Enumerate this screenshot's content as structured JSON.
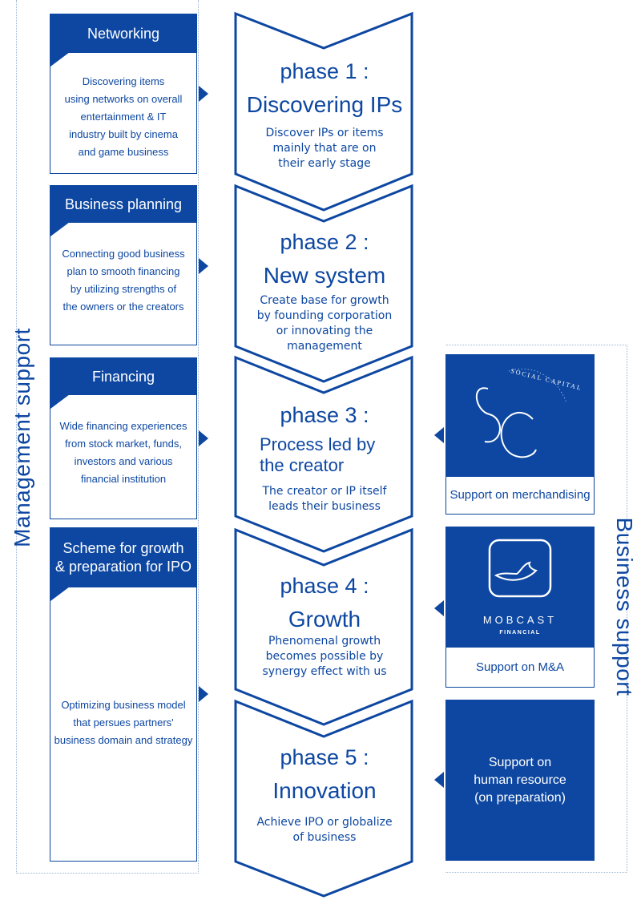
{
  "side_labels": {
    "left": "Management support",
    "right": "Business support"
  },
  "left_boxes": [
    {
      "title": "Networking",
      "lines": [
        "Discovering items",
        "using networks on overall",
        "entertainment & IT",
        "industry built by cinema",
        "and game business"
      ]
    },
    {
      "title": "Business planning",
      "lines": [
        "Connecting good business",
        "plan to smooth financing",
        "by utilizing strengths of",
        "the owners or the creators"
      ]
    },
    {
      "title": "Financing",
      "lines": [
        "Wide financing experiences",
        "from stock market, funds,",
        "investors and various",
        "financial institution"
      ]
    },
    {
      "title_lines": [
        "Scheme for growth",
        "& preparation for IPO"
      ],
      "lines": [
        "Optimizing business model",
        "that persues partners'",
        "business domain and strategy"
      ]
    }
  ],
  "phases": [
    {
      "number": "phase 1 :",
      "title_lines": [
        "Discovering IPs"
      ],
      "desc_lines": [
        "Discover IPs or items",
        "mainly that are on",
        "their early stage"
      ]
    },
    {
      "number": "phase 2 :",
      "title_lines": [
        "New system"
      ],
      "desc_lines": [
        "Create base for growth",
        "by founding corporation",
        "or innovating the",
        "management"
      ]
    },
    {
      "number": "phase 3 :",
      "title_lines": [
        "Process led by",
        "the creator"
      ],
      "desc_lines": [
        "The creator or IP itself",
        "leads their business"
      ]
    },
    {
      "number": "phase 4 :",
      "title_lines": [
        "Growth"
      ],
      "desc_lines": [
        "Phenomenal growth",
        "becomes possible by",
        "synergy effect with us"
      ]
    },
    {
      "number": "phase 5 :",
      "title_lines": [
        "Innovation"
      ],
      "desc_lines": [
        "Achieve IPO or globalize",
        "of business"
      ]
    }
  ],
  "right_boxes": [
    {
      "logo_text": "SOCIAL CAPITAL",
      "caption": "Support on merchandising"
    },
    {
      "logo_text": "MOBCAST",
      "logo_subtext": "FINANCIAL",
      "caption": "Support on M&A"
    },
    {
      "lines": [
        "Support on",
        "human resource",
        "(on preparation)"
      ]
    }
  ],
  "colors": {
    "primary": "#0d47a1",
    "frame": "#9bb4d4",
    "background": "#ffffff"
  }
}
